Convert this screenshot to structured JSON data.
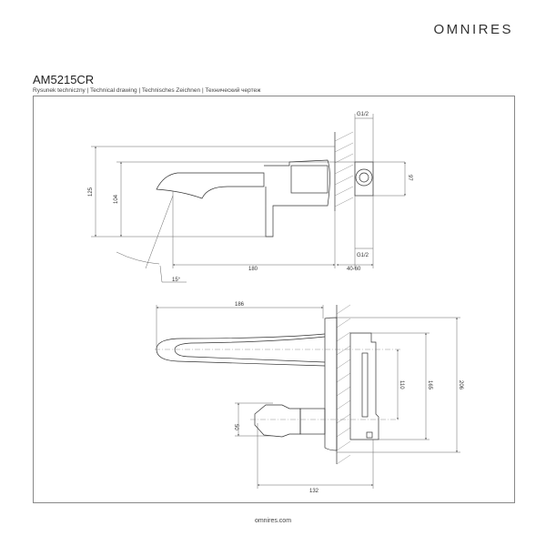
{
  "brand": "OMNIRES",
  "product_code": "AM5215CR",
  "subtitle": "Rysunek techniczny | Technical drawing | Technisches Zeichnen | Технический чертеж",
  "footer": "omnires.com",
  "side_view": {
    "dims": {
      "height_total": "125",
      "height_spout": "104",
      "reach": "180",
      "wall": "40-60",
      "inlet_height": "97",
      "thread_top": "G1/2",
      "thread_bottom": "G1/2",
      "angle": "15°"
    }
  },
  "front_view": {
    "dims": {
      "spout_length": "186",
      "handle_dia": "50",
      "depth": "132",
      "h1": "110",
      "h2": "165",
      "h3": "206"
    }
  }
}
